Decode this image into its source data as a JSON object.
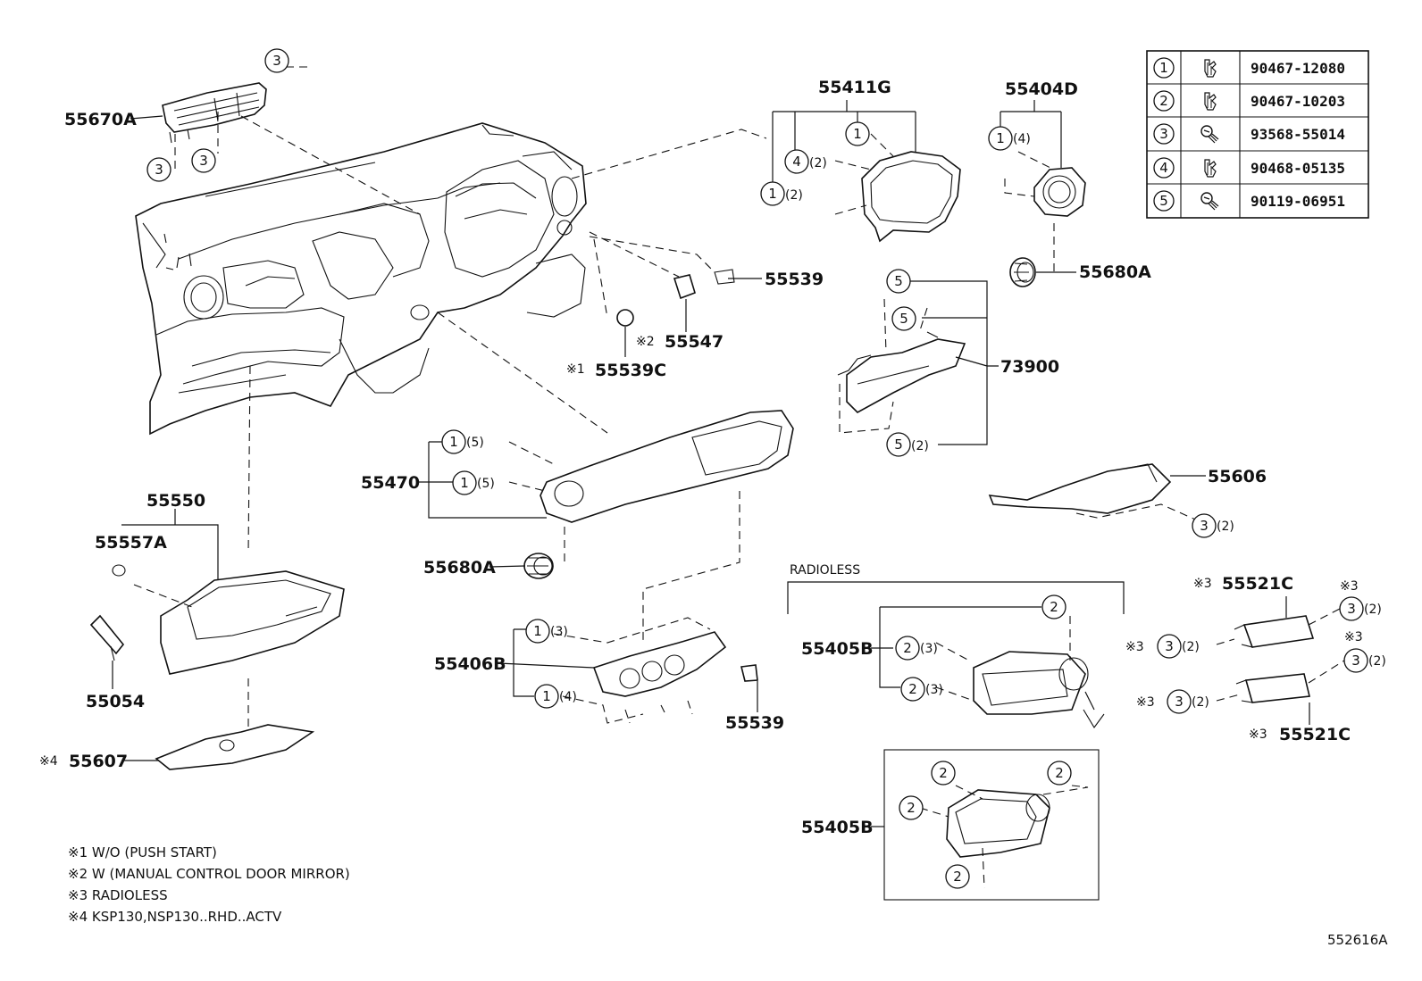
{
  "diagram": {
    "callouts": {
      "c55670A": "55670A",
      "c55411G": "55411G",
      "c55404D": "55404D",
      "c55539a": "55539",
      "c55547": "55547",
      "c55539C": "55539C",
      "c55680Aa": "55680A",
      "c73900": "73900",
      "c55470": "55470",
      "c55550": "55550",
      "c55557A": "55557A",
      "c55680Ab": "55680A",
      "c55606": "55606",
      "c55406B": "55406B",
      "c55539b": "55539",
      "c55054": "55054",
      "c55607": "55607",
      "c55405Ba": "55405B",
      "c55405Bb": "55405B",
      "c55521Ca": "55521C",
      "c55521Cb": "55521C"
    },
    "marks": {
      "m1": "※1",
      "m2": "※2",
      "m3": "※3",
      "m4": "※4"
    },
    "qty": {
      "q2": "(2)",
      "q3": "(3)",
      "q4": "(4)",
      "q5": "(5)"
    },
    "radioless_label": "RADIOLESS",
    "drawing_id": "552616A",
    "notes": [
      "※1  W/O (PUSH  START)",
      "※2  W (MANUAL  CONTROL  DOOR  MIRROR)",
      "※3  RADIOLESS",
      "※4  KSP130,NSP130..RHD..ACTV"
    ]
  },
  "fastener_table": {
    "rows": [
      {
        "no": "1",
        "icon": "clip-icon",
        "part": "90467-12080"
      },
      {
        "no": "2",
        "icon": "clip-icon",
        "part": "90467-10203"
      },
      {
        "no": "3",
        "icon": "screw-icon",
        "part": "93568-55014"
      },
      {
        "no": "4",
        "icon": "clip-icon",
        "part": "90468-05135"
      },
      {
        "no": "5",
        "icon": "screw-icon",
        "part": "90119-06951"
      }
    ]
  }
}
